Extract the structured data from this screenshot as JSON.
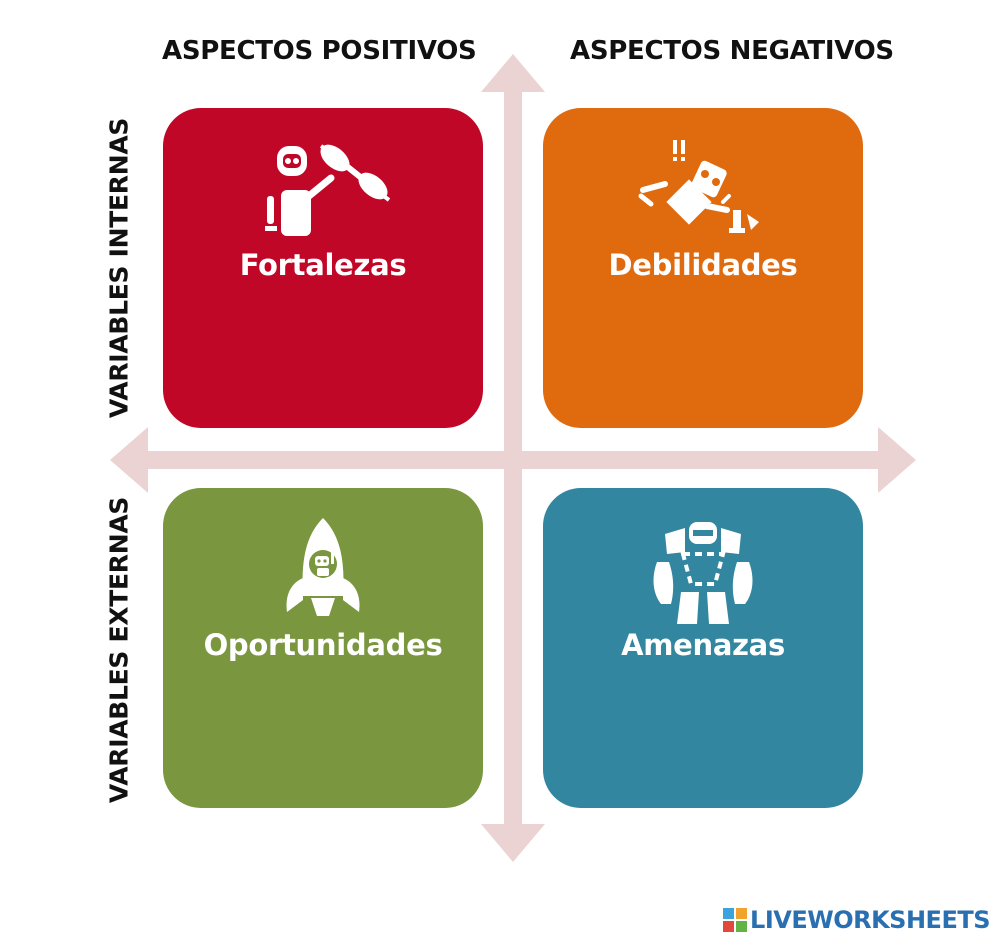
{
  "headers": {
    "positive": "ASPECTOS POSITIVOS",
    "negative": "ASPECTOS NEGATIVOS",
    "internal": "VARIABLES INTERNAS",
    "external": "VARIABLES EXTERNAS"
  },
  "quadrants": [
    {
      "label": "Fortalezas",
      "color": "#c00727",
      "icon": "robot-lifting-weights-icon"
    },
    {
      "label": "Debilidades",
      "color": "#e06a0e",
      "icon": "broken-robot-icon"
    },
    {
      "label": "Oportunidades",
      "color": "#7a963f",
      "icon": "robot-rocket-icon"
    },
    {
      "label": "Amenazas",
      "color": "#33869f",
      "icon": "giant-robot-icon"
    }
  ],
  "axis_color": "#ecd3d3",
  "brand": {
    "text": "LIVEWORKSHEETS"
  }
}
